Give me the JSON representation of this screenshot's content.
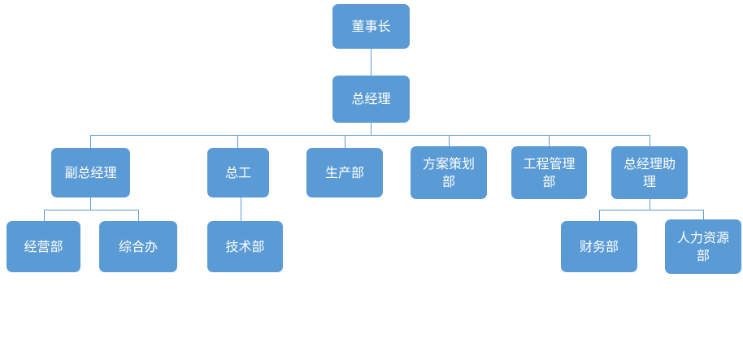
{
  "diagram": {
    "type": "org-chart",
    "box_color": "#5B9BD5",
    "text_color": "#FFFFFF",
    "line_color": "#5B9BD5",
    "nodes": {
      "chairman": {
        "label": "董事长",
        "reports_to": null
      },
      "general_manager": {
        "label": "总经理",
        "reports_to": "chairman"
      },
      "deputy_gm": {
        "label": "副总经理",
        "reports_to": "general_manager"
      },
      "chief_engineer": {
        "label": "总工",
        "reports_to": "general_manager"
      },
      "production_dept": {
        "label": "生产部",
        "reports_to": "general_manager"
      },
      "planning_dept": {
        "label": "方案策划\n部",
        "reports_to": "general_manager"
      },
      "engineering_mgmt_dept": {
        "label": "工程管理\n部",
        "reports_to": "general_manager"
      },
      "gm_assistant": {
        "label": "总经理助\n理",
        "reports_to": "general_manager"
      },
      "operations_dept": {
        "label": "经营部",
        "reports_to": "deputy_gm"
      },
      "general_office": {
        "label": "综合办",
        "reports_to": "deputy_gm"
      },
      "technology_dept": {
        "label": "技术部",
        "reports_to": "chief_engineer"
      },
      "finance_dept": {
        "label": "财务部",
        "reports_to": "gm_assistant"
      },
      "hr_dept": {
        "label": "人力资源\n部",
        "reports_to": "gm_assistant"
      }
    }
  }
}
